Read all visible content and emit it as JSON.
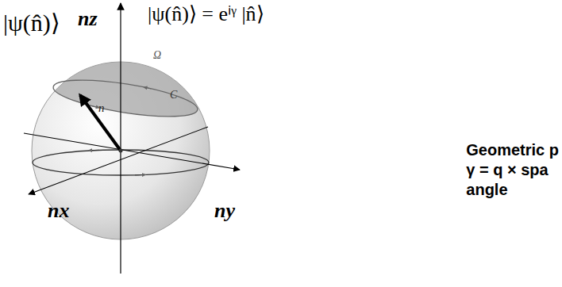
{
  "diagram": {
    "labels": [
      "|ψ(n̂)⟩",
      "nz",
      "|ψ(n̂)⟩ = eⁱᵞ |n̂⟩",
      "Ω",
      "n",
      "C",
      "nx",
      "ny",
      "Geometric p",
      "γ = q × spa",
      "angle"
    ]
  }
}
